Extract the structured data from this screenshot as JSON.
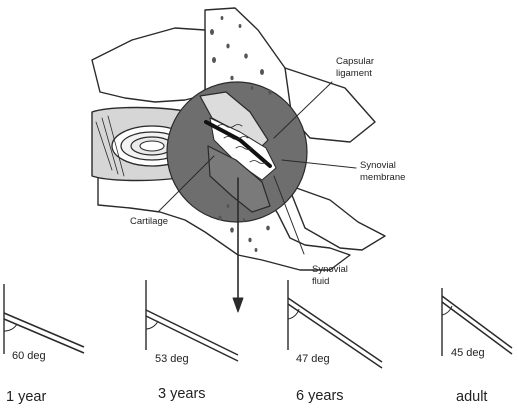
{
  "labels": {
    "capsular_ligament": [
      "Capsular",
      "ligament"
    ],
    "synovial_membrane": [
      "Synovial",
      "membrane"
    ],
    "cartilage": "Cartilage",
    "synovial_fluid": [
      "Synovial",
      "fluid"
    ]
  },
  "panels": [
    {
      "angle_label": "60 deg",
      "age_label": "1 year",
      "angle_deg": 60
    },
    {
      "angle_label": "53 deg",
      "age_label": "3 years",
      "angle_deg": 53
    },
    {
      "angle_label": "47 deg",
      "age_label": "6 years",
      "angle_deg": 47
    },
    {
      "angle_label": "45 deg",
      "age_label": "adult",
      "angle_deg": 45
    }
  ],
  "colors": {
    "line": "#2a2a2a",
    "capsule": "#6e6e6e",
    "bone": "#ffffff",
    "stipple": "#555555"
  }
}
